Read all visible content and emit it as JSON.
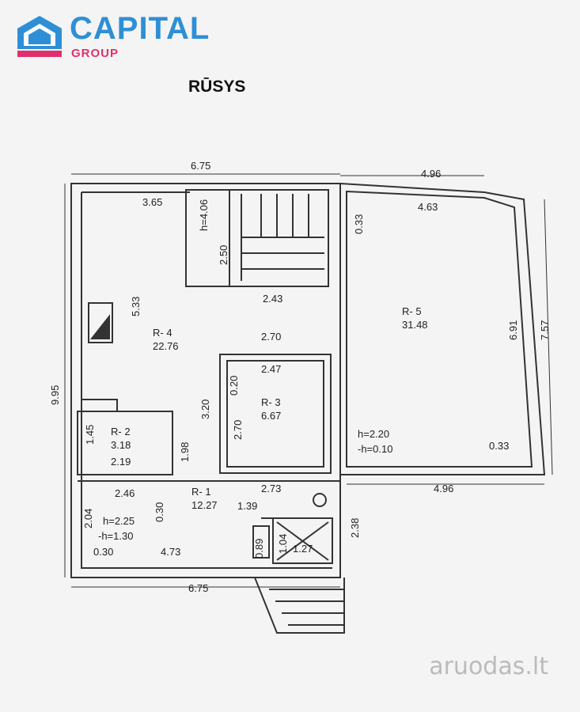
{
  "brand": {
    "name": "CAPITAL",
    "sub": "GROUP"
  },
  "title": "RŪSYS",
  "dims": {
    "top_width": "6.75",
    "bottom_width": "6.75",
    "left_height": "9.95",
    "r5_top": "4.96",
    "r5_inner_top": "4.63",
    "r5_bottom": "4.96",
    "r5_right_inner": "6.91",
    "r5_right_outer": "7.57",
    "r5_wall_top": "0.33",
    "r5_wall_bottom": "0.33",
    "r4_top": "3.65",
    "r4_left": "5.33",
    "hall_h": "h=4.06",
    "hall_w": "2.50",
    "stair_bottom": "2.43",
    "r3_top_outer": "2.70",
    "r3_top": "2.47",
    "r3_left": "2.70",
    "r3_wall": "0.20",
    "r3_outer_left": "3.20",
    "r2_left": "1.45",
    "r2_bottom": "2.19",
    "r2_right": "1.98",
    "r1_left_top": "2.46",
    "r1_wall": "0.30",
    "r1_top": "2.73",
    "r1_mid": "1.39",
    "r1_left": "2.04",
    "r1_bottom_small": "0.30",
    "r1_bottom": "4.73",
    "wc_w": "0.89",
    "wc_h": "1.04",
    "shower": "1.27",
    "right_low": "2.38"
  },
  "rooms": {
    "r1": {
      "label": "R- 1",
      "area": "12.27",
      "h": "h=2.25",
      "mh": "-h=1.30"
    },
    "r2": {
      "label": "R- 2",
      "area": "3.18"
    },
    "r3": {
      "label": "R- 3",
      "area": "6.67"
    },
    "r4": {
      "label": "R- 4",
      "area": "22.76"
    },
    "r5": {
      "label": "R- 5",
      "area": "31.48",
      "h": "h=2.20",
      "mh": "-h=0.10"
    }
  },
  "watermark": "aruodas.lt"
}
